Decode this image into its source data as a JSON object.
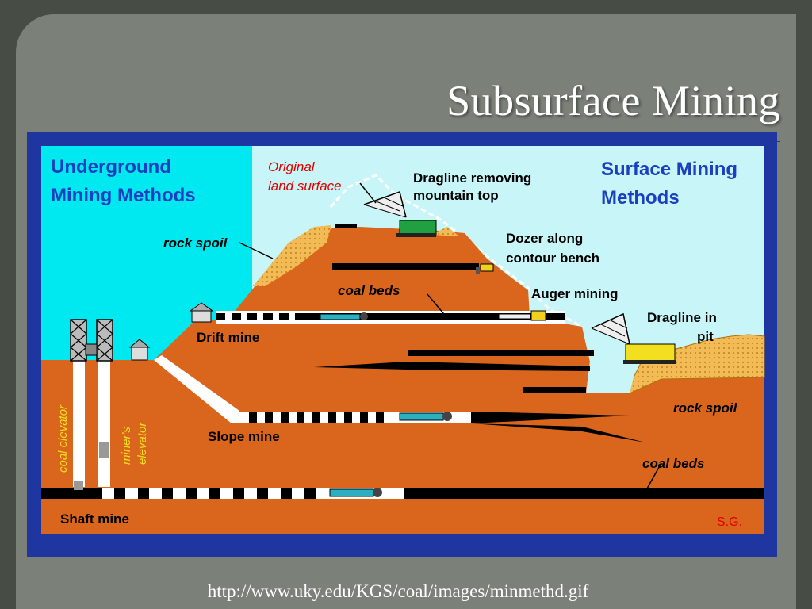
{
  "slide": {
    "title": "Subsurface Mining",
    "caption": "http://www.uky.edu/KGS/coal/images/minmethd.gif"
  },
  "diagram": {
    "underground_heading": [
      "Underground",
      "Mining  Methods"
    ],
    "surface_heading": [
      "Surface Mining",
      "Methods"
    ],
    "original_land_surface": [
      "Original",
      "land surface"
    ],
    "dragline_removing": [
      "Dragline  removing",
      "mountain  top"
    ],
    "dozer_along": [
      "Dozer  along",
      "contour  bench"
    ],
    "auger_mining": "Auger  mining",
    "dragline_in_pit": [
      "Dragline in",
      "pit"
    ],
    "rock_spoil_left": "rock spoil",
    "rock_spoil_right": "rock spoil",
    "coal_beds_upper": "coal  beds",
    "coal_beds_lower": "coal  beds",
    "drift_mine": "Drift mine",
    "slope_mine": "Slope mine",
    "shaft_mine": "Shaft mine",
    "coal_elevator": "coal elevator",
    "miners_elevator": [
      "miner's",
      "elevator"
    ],
    "signature": "S.G.",
    "colors": {
      "sky_left": "#00e8f0",
      "sky_right": "#c8f6f8",
      "earth": "#d9661c",
      "coal": "#000000",
      "spoil": "#f2bb55",
      "label_heading": "#1b3fbf",
      "label_red": "#e00000",
      "frame": "#1f36a0"
    }
  }
}
